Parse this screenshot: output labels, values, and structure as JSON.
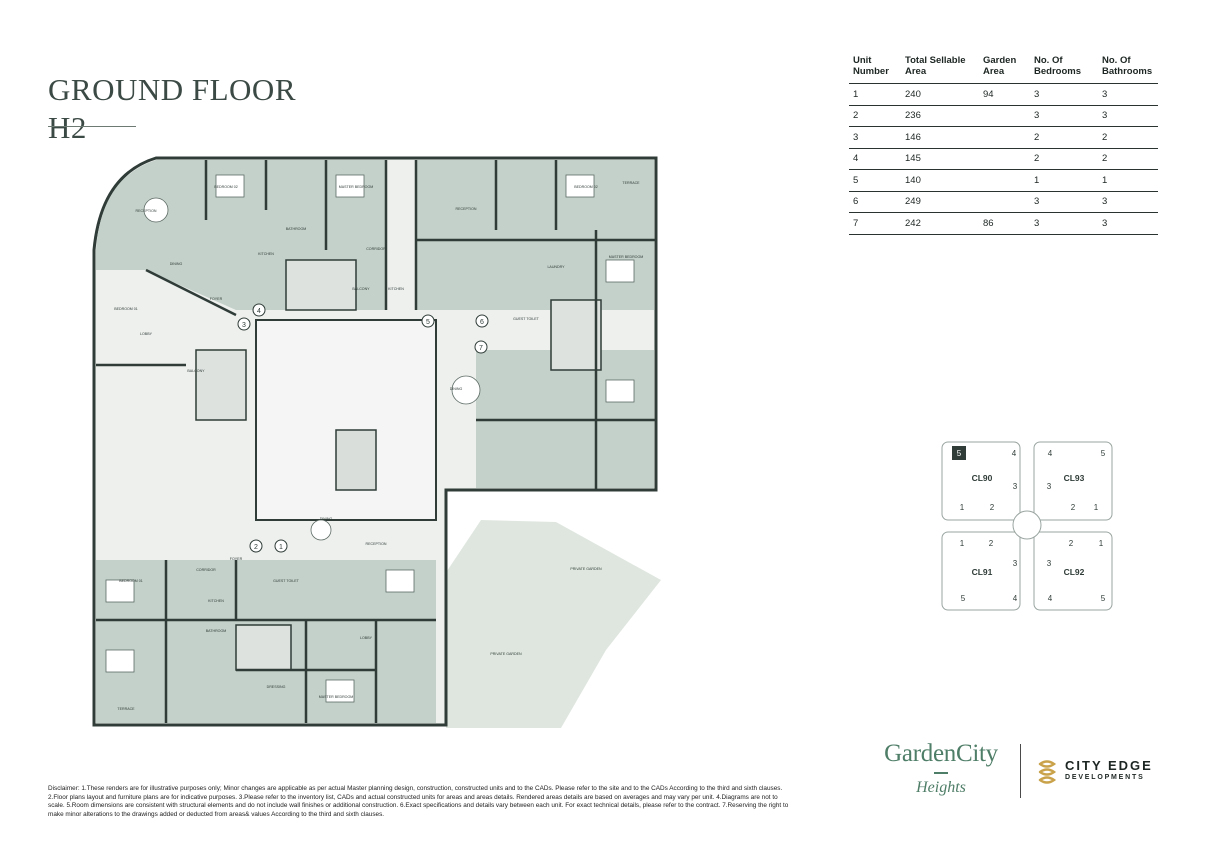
{
  "header": {
    "title": "GROUND FLOOR",
    "subtitle": "H2"
  },
  "unit_table": {
    "headers": [
      "Unit Number",
      "Total Sellable Area",
      "Garden Area",
      "No. Of Bedrooms",
      "No. Of Bathrooms"
    ],
    "rows": [
      [
        "1",
        "240",
        "94",
        "3",
        "3"
      ],
      [
        "2",
        "236",
        "",
        "3",
        "3"
      ],
      [
        "3",
        "146",
        "",
        "2",
        "2"
      ],
      [
        "4",
        "145",
        "",
        "2",
        "2"
      ],
      [
        "5",
        "140",
        "",
        "1",
        "1"
      ],
      [
        "6",
        "249",
        "",
        "3",
        "3"
      ],
      [
        "7",
        "242",
        "86",
        "3",
        "3"
      ]
    ]
  },
  "plan": {
    "unit_markers": [
      "1",
      "2",
      "3",
      "4",
      "5",
      "6",
      "7"
    ],
    "room_labels": [
      "RECEPTION",
      "DINING",
      "KITCHEN",
      "BEDROOM 01",
      "BEDROOM 02",
      "MASTER BEDROOM",
      "BATHROOM",
      "BALCONY",
      "FOYER",
      "GUEST TOILET",
      "CORRIDOR",
      "LOBBY",
      "LAUNDRY",
      "DRESSING",
      "TERRACE",
      "PRIVATE GARDEN"
    ]
  },
  "key_plan": {
    "clusters": [
      {
        "name": "CL90",
        "units": [
          "5",
          "4",
          "3",
          "1",
          "2"
        ]
      },
      {
        "name": "CL93",
        "units": [
          "4",
          "5",
          "3",
          "2",
          "1"
        ]
      },
      {
        "name": "CL91",
        "units": [
          "1",
          "2",
          "3",
          "5",
          "4"
        ]
      },
      {
        "name": "CL92",
        "units": [
          "2",
          "1",
          "3",
          "4",
          "5"
        ]
      }
    ],
    "highlight_color": "#2f3c37"
  },
  "branding": {
    "garden_city": "GardenCity",
    "heights": "Heights",
    "city_edge": "CITY EDGE",
    "developments": "DEVELOPMENTS",
    "brand_green": "#4f7e68"
  },
  "disclaimer": "Disclaimer: 1.These renders are for illustrative purposes only; Minor changes are applicable as per actual Master planning design, construction, constructed units and to the CADs. Please refer to the site and to the CADs According to the third and sixth clauses. 2.Floor plans layout and furniture plans are for indicative purposes. 3.Please refer to the inventory list, CADs and actual constructed units for areas and areas details. Rendered areas details are based on averages and may vary per unit. 4.Diagrams are not to scale. 5.Room dimensions are consistent with structural elements and do not include wall finishes or additional construction. 6.Exact specifications and details vary between each unit. For exact technical details, please refer to the contract. 7.Reserving the right to make minor alterations to the drawings added or deducted from areas& values According to the third and sixth clauses."
}
